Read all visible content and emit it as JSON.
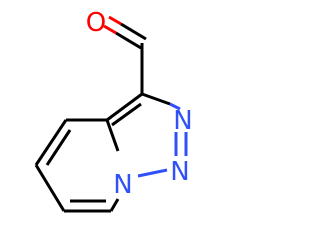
{
  "molecule": {
    "atoms": [
      {
        "id": "O1",
        "label": "O",
        "color": "#ff0000"
      },
      {
        "id": "N1",
        "label": "N",
        "color": "#3050f8"
      },
      {
        "id": "N2",
        "label": "N",
        "color": "#3050f8"
      },
      {
        "id": "N3",
        "label": "N",
        "color": "#3050f8"
      }
    ],
    "bond_color": "#000000"
  }
}
